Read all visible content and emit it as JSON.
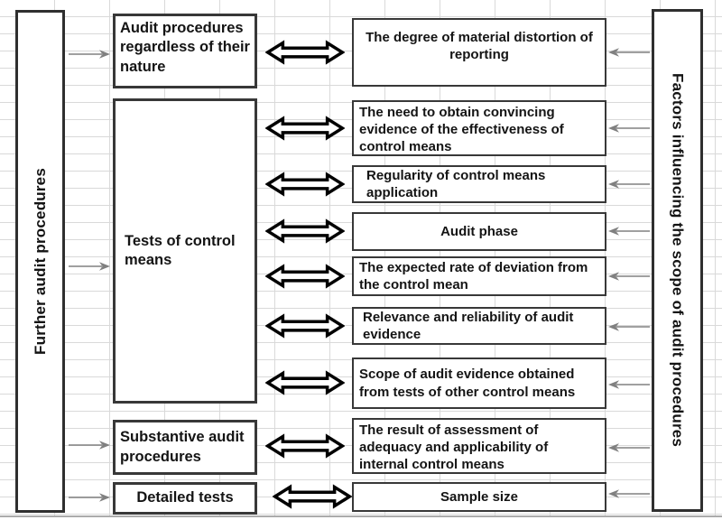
{
  "diagram": {
    "left_rail": {
      "label": "Further audit procedures"
    },
    "right_rail": {
      "label": "Factors influencing the scope of audit procedures"
    },
    "left_boxes": [
      {
        "label": "Audit procedures regardless of their nature"
      },
      {
        "label": "Tests of control means"
      },
      {
        "label": "Substantive audit procedures"
      },
      {
        "label": "Detailed tests"
      }
    ],
    "right_boxes": [
      {
        "label": "The degree of material distortion of reporting"
      },
      {
        "label": "The need to obtain convincing evidence of the effectiveness of control means"
      },
      {
        "label": "Regularity of control means application"
      },
      {
        "label": "Audit phase"
      },
      {
        "label": "The expected rate of deviation from the control mean"
      },
      {
        "label": "Relevance and reliability of audit evidence"
      },
      {
        "label": "Scope of audit evidence obtained from tests of other control means"
      },
      {
        "label": "The result of assessment of adequacy and applicability of internal control means"
      },
      {
        "label": "Sample size"
      }
    ],
    "colors": {
      "background": "#ffffff",
      "gridline": "#d9d9d9",
      "box_border": "#383838",
      "text": "#141414",
      "double_arrow_outline": "#000000",
      "thin_arrow": "#808080"
    }
  }
}
